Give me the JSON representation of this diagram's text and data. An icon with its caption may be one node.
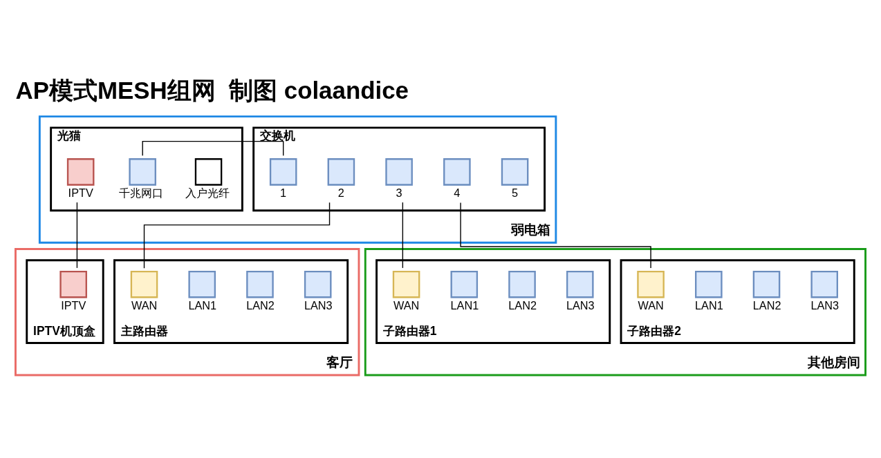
{
  "diagram": {
    "title": "AP模式MESH组网  制图 colaandice",
    "nodes": [
      {
        "text": [
          "弱电箱"
        ]
      },
      {
        "text": [
          "光猫"
        ],
        "in": 0
      },
      {
        "text": [
          "IPTV"
        ],
        "in": 1
      },
      {
        "text": [
          "千兆网口"
        ],
        "in": 1
      },
      {
        "text": [
          "入户光纤"
        ],
        "in": 1
      },
      {
        "text": [
          "交换机"
        ],
        "in": 0
      },
      {
        "text": [
          "1"
        ],
        "in": 5
      },
      {
        "text": [
          "2"
        ],
        "in": 5
      },
      {
        "text": [
          "3"
        ],
        "in": 5
      },
      {
        "text": [
          "4"
        ],
        "in": 5
      },
      {
        "text": [
          "5"
        ],
        "in": 5
      },
      {
        "text": [
          "其他房间"
        ]
      },
      {
        "text": [
          "子路由器1"
        ],
        "in": 11
      },
      {
        "text": [
          "WAN"
        ],
        "in": 12
      },
      {
        "text": [
          "LAN1"
        ],
        "in": 12
      },
      {
        "text": [
          "LAN2"
        ],
        "in": 12
      },
      {
        "text": [
          "LAN3"
        ],
        "in": 12
      },
      {
        "text": [
          "子路由器2"
        ],
        "in": 11
      },
      {
        "text": [
          "WAN"
        ],
        "in": 17
      },
      {
        "text": [
          "LAN1"
        ],
        "in": 17
      },
      {
        "text": [
          "LAN2"
        ],
        "in": 17
      },
      {
        "text": [
          "LAN3"
        ],
        "in": 17
      },
      {
        "text": [
          "客厅"
        ]
      },
      {
        "text": [
          "IPTV机顶盒"
        ],
        "in": 22
      },
      {
        "text": [
          "IPTV"
        ],
        "in": 23
      },
      {
        "text": [
          "主路由器"
        ],
        "in": 22
      },
      {
        "text": [
          "WAN"
        ],
        "in": 25
      },
      {
        "text": [
          "LAN1"
        ],
        "in": 25
      },
      {
        "text": [
          "LAN2"
        ],
        "in": 25
      },
      {
        "text": [
          "LAN3"
        ],
        "in": 25
      }
    ],
    "edges": [
      {
        "from": 3,
        "to": 6,
        "arrow": "none"
      },
      {
        "from": 8,
        "to": 13,
        "arrow": "none"
      },
      {
        "from": 9,
        "to": 18,
        "arrow": "none"
      },
      {
        "from": 7,
        "to": 26,
        "arrow": "none"
      },
      {
        "from": 2,
        "to": 24,
        "arrow": "none"
      }
    ]
  }
}
